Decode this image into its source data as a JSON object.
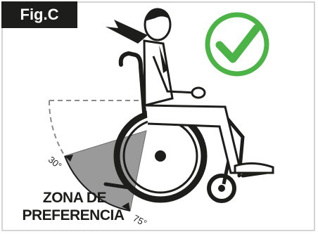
{
  "figure": {
    "label": "Fig.C",
    "zone_line1": "ZONA DE",
    "zone_line2": "PREFERENCIA",
    "angle_min": "30°",
    "angle_max": "75°"
  },
  "colors": {
    "label_bg": "#1d1d1b",
    "check": "#4cb447",
    "zone_fill": "#9a9a9a",
    "frame_border": "#d4d4d4"
  },
  "icons": [
    "checkmark-icon",
    "person-in-wheelchair-icon"
  ]
}
